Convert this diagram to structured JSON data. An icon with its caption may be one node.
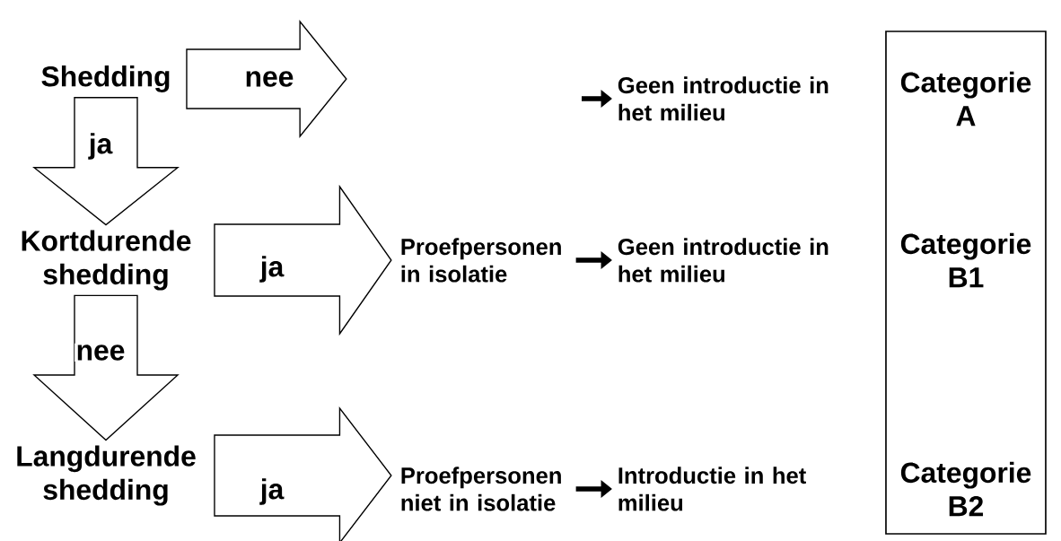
{
  "diagram": {
    "nodes": [
      {
        "text": [
          "Shedding"
        ]
      },
      {
        "text": [
          "Kortdurende shedding"
        ]
      },
      {
        "text": [
          "Langdurende shedding"
        ]
      },
      {
        "text": [
          "Geen introductie in het milieu"
        ]
      },
      {
        "text": [
          "Proefpersonen in isolatie"
        ]
      },
      {
        "text": [
          "Geen introductie in het milieu"
        ]
      },
      {
        "text": [
          "Proefpersonen niet in isolatie"
        ]
      },
      {
        "text": [
          "Introductie in het milieu"
        ]
      },
      {
        "text": [
          "Categorie A",
          "Categorie B1",
          "Categorie B2"
        ]
      }
    ],
    "edges": [
      {
        "from": 0,
        "to": 1,
        "arrow": "to",
        "label": "ja"
      },
      {
        "from": 1,
        "to": 2,
        "arrow": "to",
        "label": "nee"
      },
      {
        "from": 0,
        "to": null,
        "arrow": "to",
        "label": "nee"
      },
      {
        "from": 1,
        "to": 4,
        "arrow": "to",
        "label": "ja"
      },
      {
        "from": 2,
        "to": 6,
        "arrow": "to",
        "label": "ja"
      },
      {
        "from": null,
        "to": 3,
        "arrow": "to"
      },
      {
        "from": 4,
        "to": 5,
        "arrow": "to"
      },
      {
        "from": 6,
        "to": 7,
        "arrow": "to"
      }
    ]
  }
}
